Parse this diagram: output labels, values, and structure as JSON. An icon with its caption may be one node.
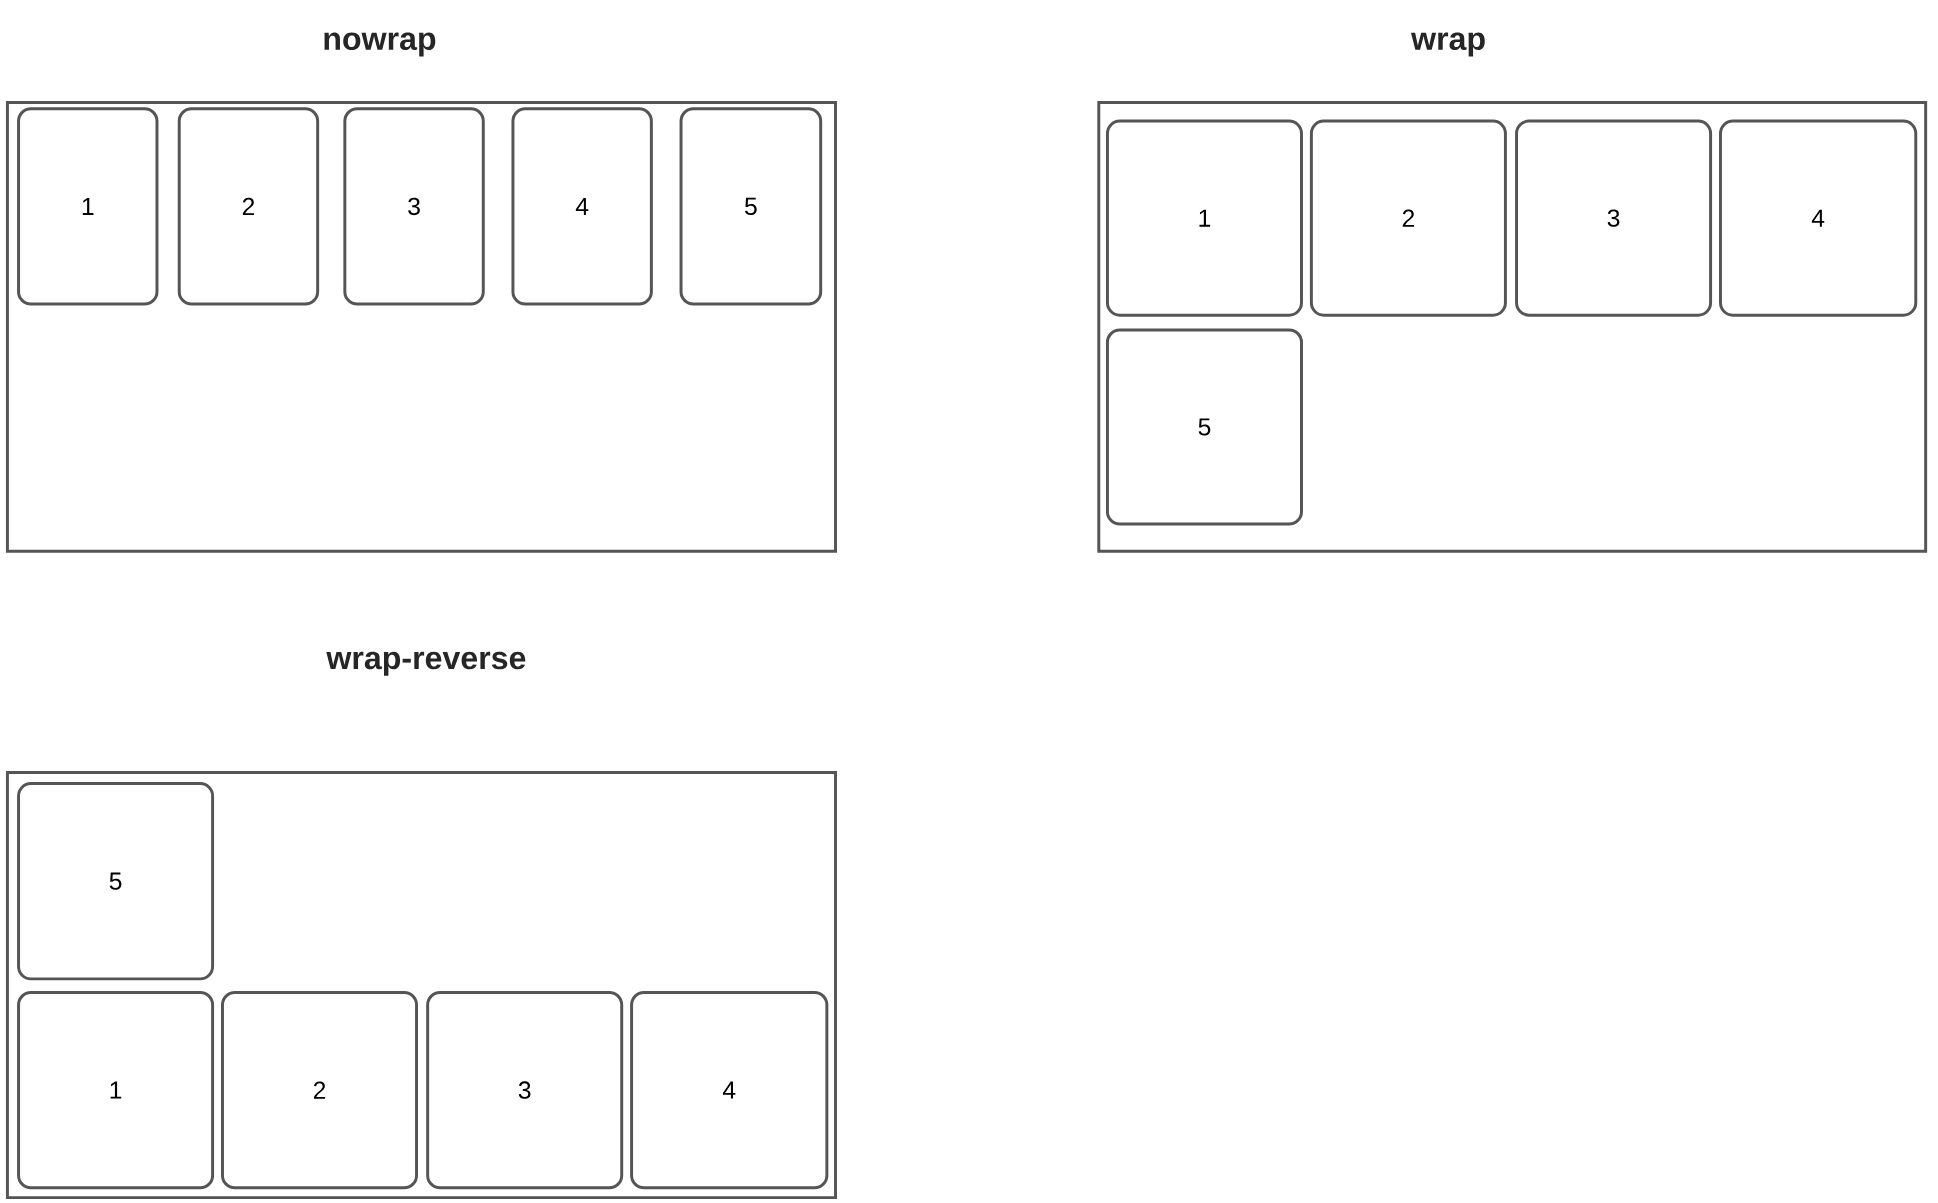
{
  "diagram": {
    "nodes": [
      {
        "text": [
          "nowrap"
        ]
      },
      {
        "text": [
          "1"
        ],
        "in": 0
      },
      {
        "text": [
          "2"
        ],
        "in": 0
      },
      {
        "text": [
          "3"
        ],
        "in": 0
      },
      {
        "text": [
          "4"
        ],
        "in": 0
      },
      {
        "text": [
          "5"
        ],
        "in": 0
      },
      {
        "text": [
          "wrap"
        ]
      },
      {
        "text": [
          "1"
        ],
        "in": 6
      },
      {
        "text": [
          "2"
        ],
        "in": 6
      },
      {
        "text": [
          "3"
        ],
        "in": 6
      },
      {
        "text": [
          "4"
        ],
        "in": 6
      },
      {
        "text": [
          "5"
        ],
        "in": 6
      },
      {
        "text": [
          "wrap-reverse"
        ]
      },
      {
        "text": [
          "5"
        ],
        "in": 12
      },
      {
        "text": [
          "1"
        ],
        "in": 12
      },
      {
        "text": [
          "2"
        ],
        "in": 12
      },
      {
        "text": [
          "3"
        ],
        "in": 12
      },
      {
        "text": [
          "4"
        ],
        "in": 12
      }
    ]
  }
}
